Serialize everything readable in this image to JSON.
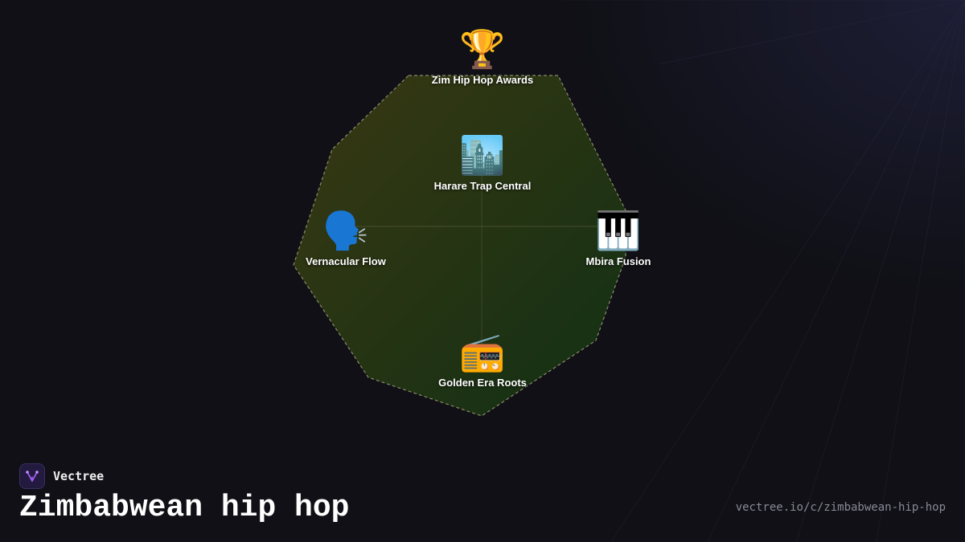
{
  "brand": {
    "name": "Vectree",
    "logo_icon": "vectree-logo-icon",
    "accent_color": "#a25cf2"
  },
  "title": "Zimbabwean hip hop",
  "url": "vectree.io/c/zimbabwean-hip-hop",
  "region": {
    "fill_gradient": [
      "#3b3a12",
      "#123214"
    ],
    "border_color": "#8a8a6a"
  },
  "nodes": [
    {
      "label": "Zim Hip Hop Awards",
      "emoji": "🏆",
      "icon": "trophy-icon"
    },
    {
      "label": "Harare Trap Central",
      "emoji": "🏙️",
      "icon": "cityscape-icon"
    },
    {
      "label": "Vernacular Flow",
      "emoji": "🗣️",
      "icon": "speaking-head-icon"
    },
    {
      "label": "Mbira Fusion",
      "emoji": "🎹",
      "icon": "keyboard-icon"
    },
    {
      "label": "Golden Era Roots",
      "emoji": "📻",
      "icon": "radio-icon"
    }
  ]
}
